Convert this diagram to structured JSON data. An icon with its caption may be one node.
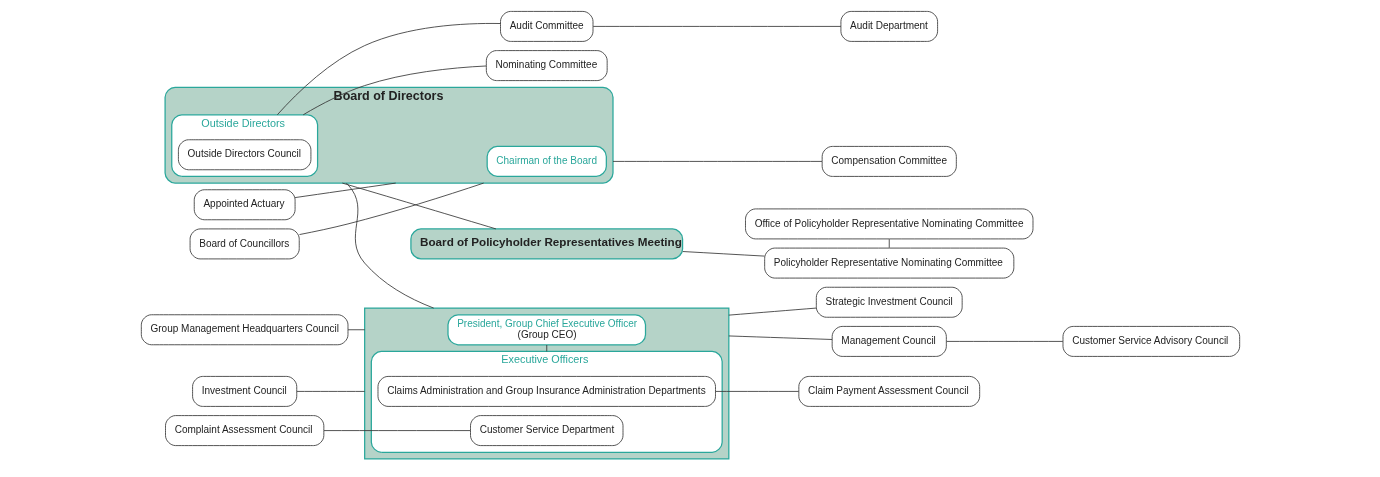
{
  "diagram": {
    "nodes": [
      {
        "text": [
          "Board of Policyholder Representatives Meeting"
        ]
      },
      {
        "text": [
          "Policyholder Representative Nominating Committee"
        ]
      },
      {
        "text": [
          "Office of Policyholder Representative Nominating Committee"
        ]
      },
      {
        "text": [
          "Board of Councillors"
        ]
      },
      {
        "text": [
          "Board of Directors"
        ]
      },
      {
        "text": [
          "Outside Directors"
        ],
        "in": 4
      },
      {
        "text": [
          "Outside Directors Council"
        ],
        "in": 5
      },
      {
        "text": [
          "Chairman of the Board"
        ],
        "in": 4
      },
      {
        "text": [
          "Appointed Actuary"
        ]
      },
      {
        "text": [
          "Nominating Committee"
        ]
      },
      {
        "text": [
          "Audit Committee"
        ]
      },
      {
        "text": [
          "Audit Department"
        ]
      },
      {
        "text": [
          "Compensation Committee"
        ]
      },
      {
        "text": [],
        "shape": "box"
      },
      {
        "text": [
          "President, Group Chief Executive Officer",
          "(Group CEO)"
        ],
        "in": 13
      },
      {
        "text": [
          "Executive Officers"
        ],
        "in": 13
      },
      {
        "text": [
          "Claims Administration and Group Insurance Administration Departments"
        ],
        "in": 15
      },
      {
        "text": [
          "Customer Service Department"
        ],
        "in": 15
      },
      {
        "text": [
          "Management Council"
        ]
      },
      {
        "text": [
          "Customer Service Advisory Council"
        ]
      },
      {
        "text": [
          "Group Management Headquarters Council"
        ]
      },
      {
        "text": [
          "Strategic Investment Council"
        ]
      },
      {
        "text": [
          "Investment Council"
        ]
      },
      {
        "text": [
          "Claim Payment Assessment Council"
        ]
      },
      {
        "text": [
          "Complaint Assessment Council"
        ]
      }
    ],
    "edges": [
      {
        "from": 0,
        "to": 1,
        "arrow": "none"
      },
      {
        "from": 1,
        "to": 2,
        "arrow": "none"
      },
      {
        "from": 0,
        "to": 4,
        "arrow": "none"
      },
      {
        "from": 3,
        "to": 4,
        "arrow": "none"
      },
      {
        "from": 8,
        "to": 4,
        "arrow": "none"
      },
      {
        "from": 5,
        "to": 9,
        "arrow": "none"
      },
      {
        "from": 5,
        "to": 10,
        "arrow": "none"
      },
      {
        "from": 10,
        "to": 11,
        "arrow": "none"
      },
      {
        "from": 4,
        "to": 12,
        "arrow": "none"
      },
      {
        "from": 4,
        "to": 13,
        "arrow": "none"
      },
      {
        "from": 13,
        "to": 18,
        "arrow": "none"
      },
      {
        "from": 18,
        "to": 19,
        "arrow": "none"
      },
      {
        "from": 20,
        "to": 13,
        "arrow": "none"
      },
      {
        "from": 13,
        "to": 21,
        "arrow": "none"
      },
      {
        "from": 22,
        "to": 13,
        "arrow": "none"
      },
      {
        "from": 14,
        "to": 15,
        "arrow": "none"
      },
      {
        "from": 16,
        "to": 23,
        "arrow": "none"
      },
      {
        "from": 24,
        "to": 17,
        "arrow": "none"
      }
    ]
  }
}
